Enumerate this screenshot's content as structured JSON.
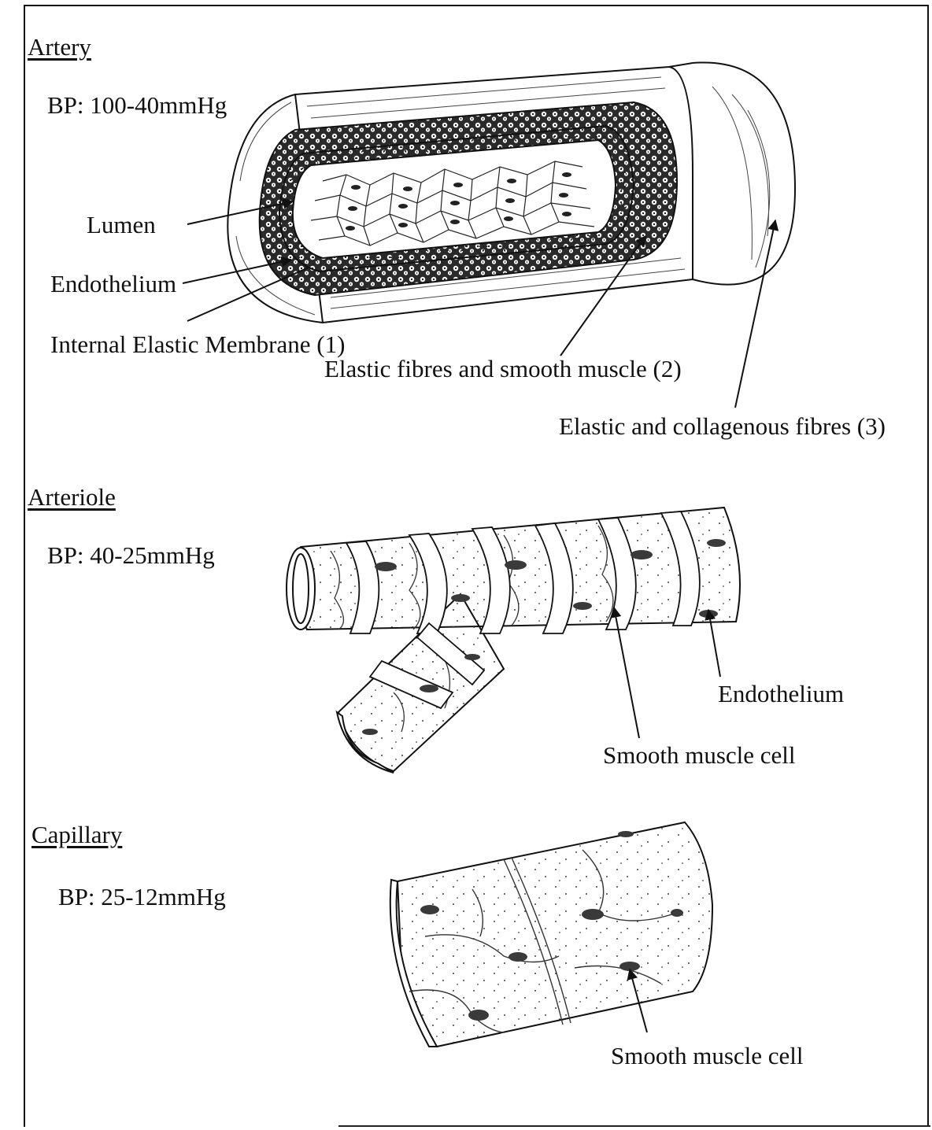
{
  "sections": {
    "artery": {
      "heading": "Artery",
      "bp": "BP: 100-40mmHg",
      "labels": {
        "lumen": "Lumen",
        "endothelium": "Endothelium",
        "internal_elastic_membrane": "Internal Elastic Membrane (1)",
        "elastic_fibres_smooth_muscle": "Elastic fibres and smooth muscle (2)",
        "elastic_collagenous_fibres": "Elastic and collagenous fibres (3)"
      }
    },
    "arteriole": {
      "heading": "Arteriole",
      "bp": "BP: 40-25mmHg",
      "labels": {
        "endothelium": "Endothelium",
        "smooth_muscle_cell": "Smooth muscle cell"
      }
    },
    "capillary": {
      "heading": "Capillary",
      "bp": "BP: 25-12mmHg",
      "labels": {
        "smooth_muscle_cell": "Smooth muscle cell"
      }
    }
  },
  "colors": {
    "ink": "#111111",
    "nucleus": "#3a3a3a",
    "stipple": "#555555",
    "paper": "#ffffff"
  }
}
